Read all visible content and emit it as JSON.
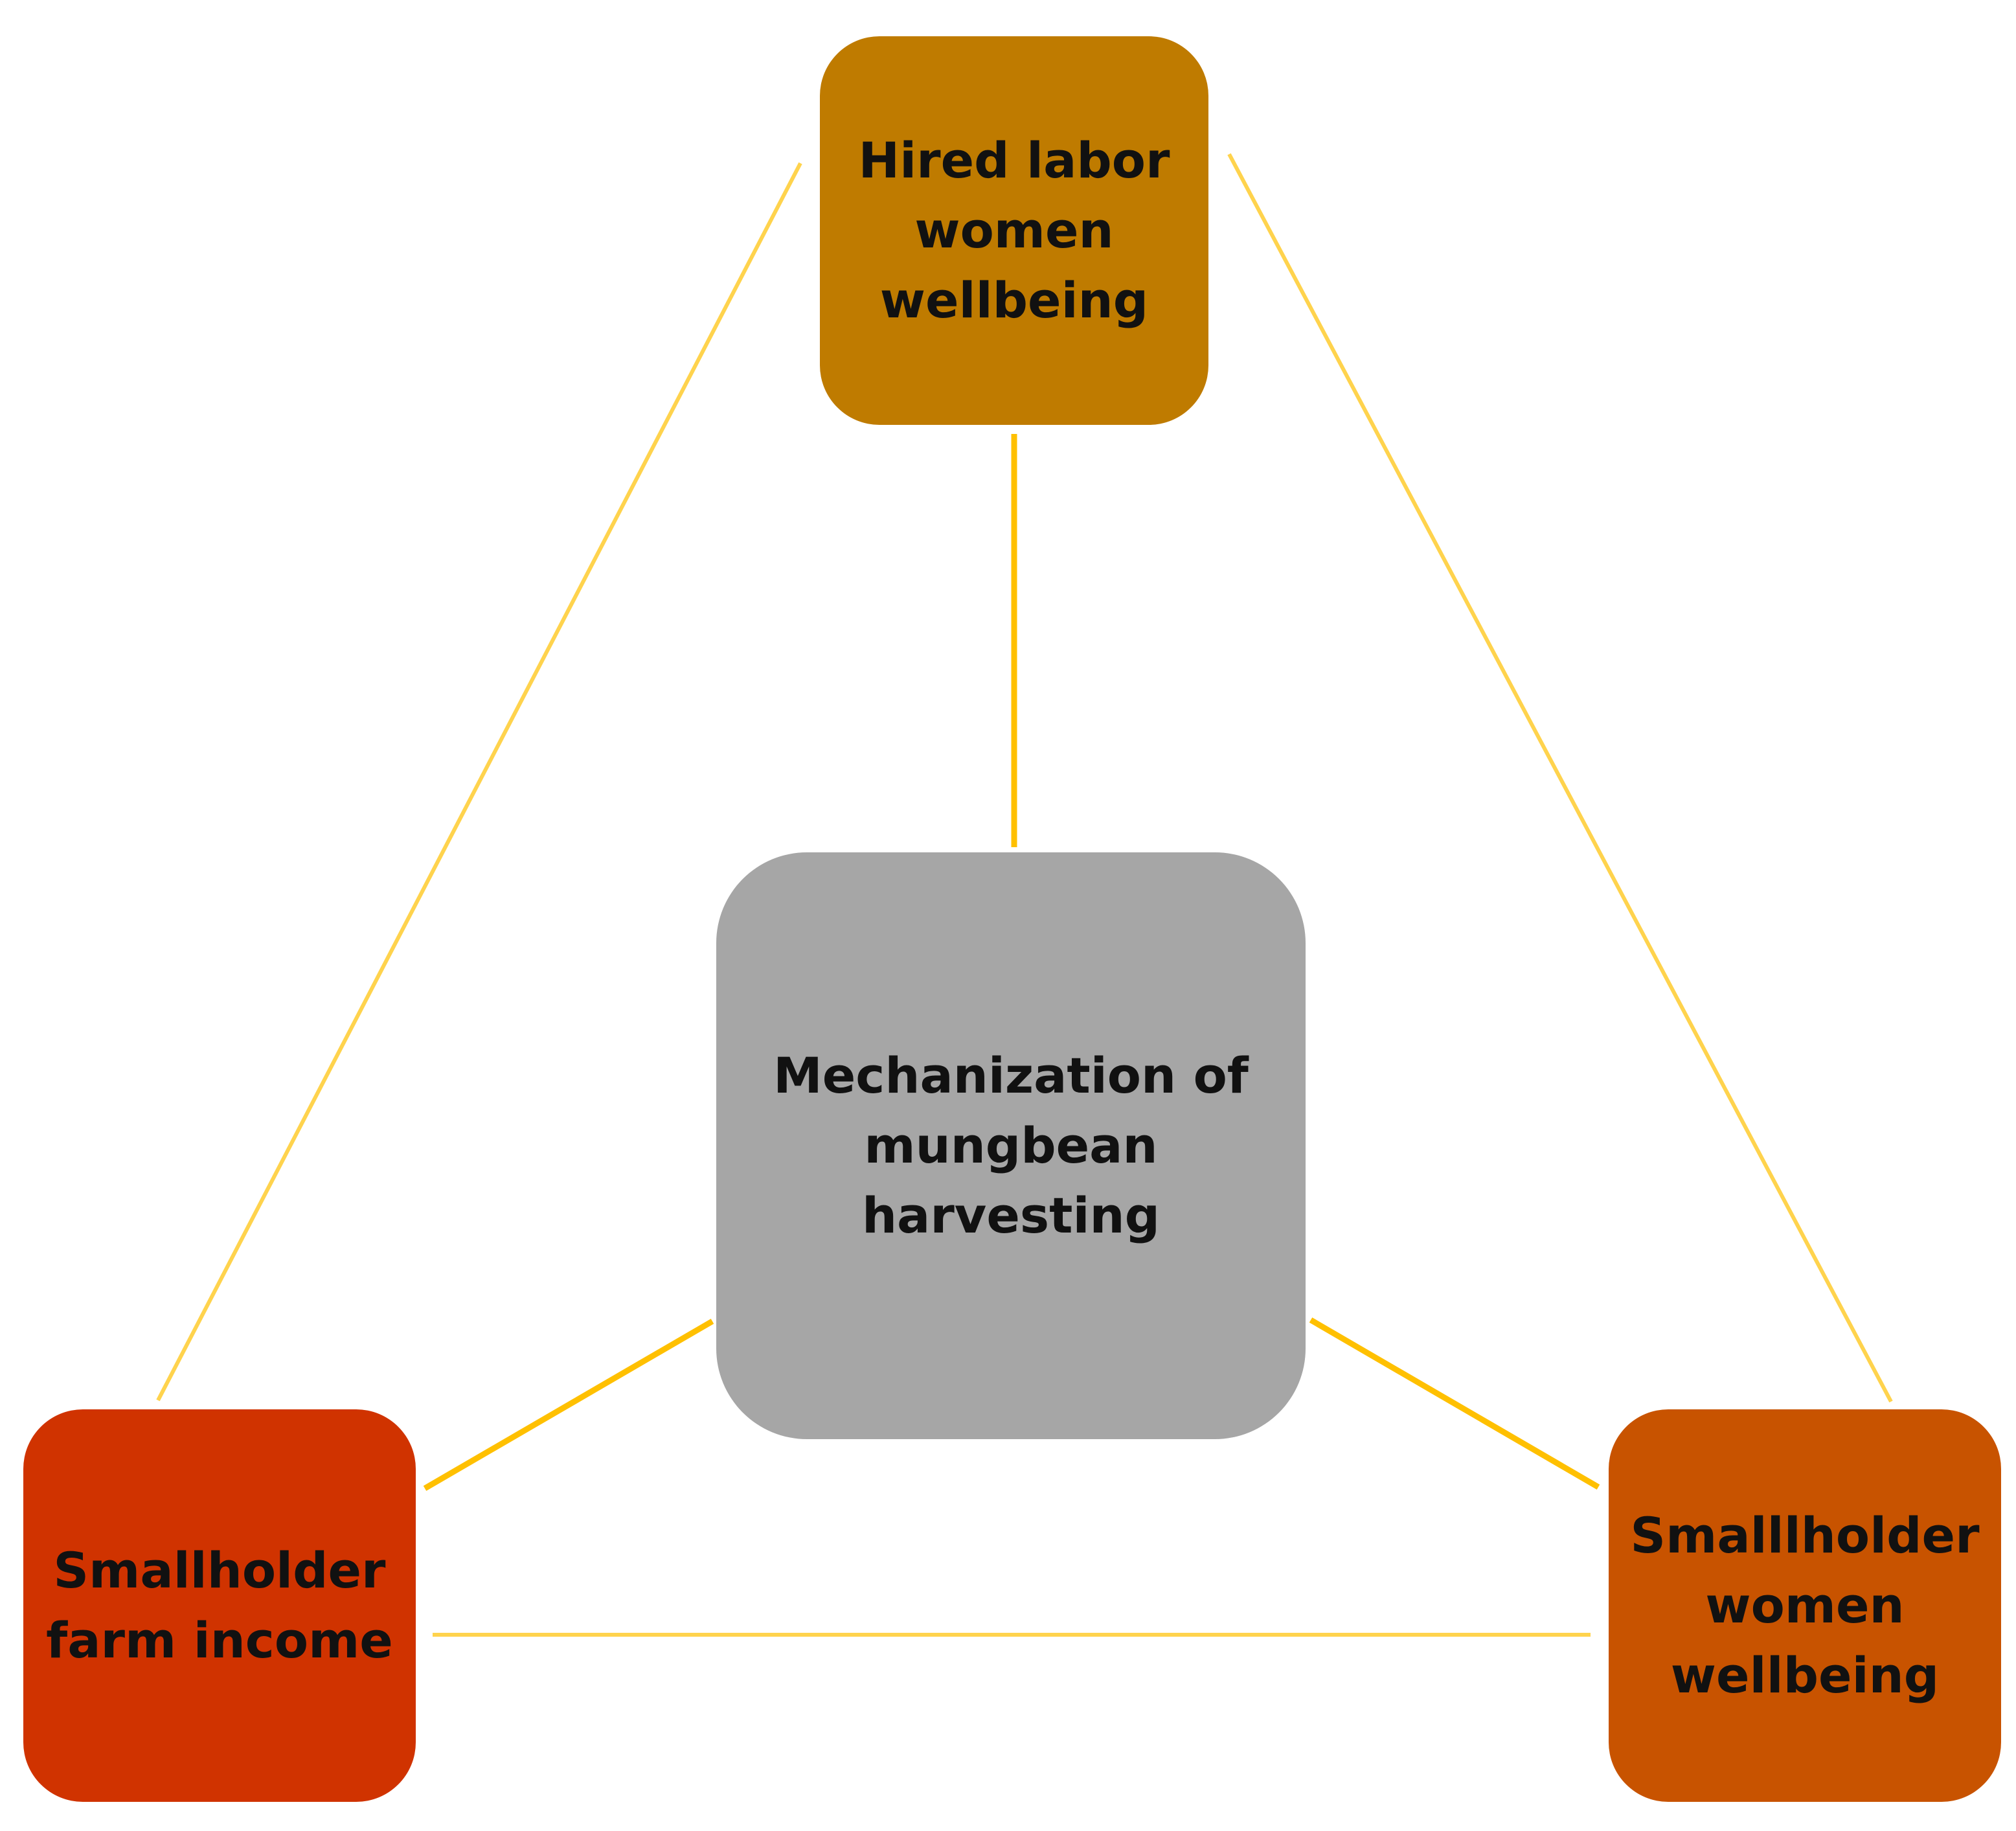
{
  "diagram": {
    "nodes": {
      "top": {
        "label": "Hired labor\nwomen\nwellbeing",
        "color": "#BF7B00"
      },
      "center": {
        "label": "Mechanization of\nmungbean\nharvesting",
        "color": "#A6A6A6"
      },
      "left": {
        "label": "Smallholder\nfarm income",
        "color": "#D03300"
      },
      "right": {
        "label": "Smalllholder\nwomen\nwellbeing",
        "color": "#C85300"
      }
    },
    "connectors": {
      "thin_color": "#FFD34D",
      "thick_color": "#FFC000"
    }
  }
}
